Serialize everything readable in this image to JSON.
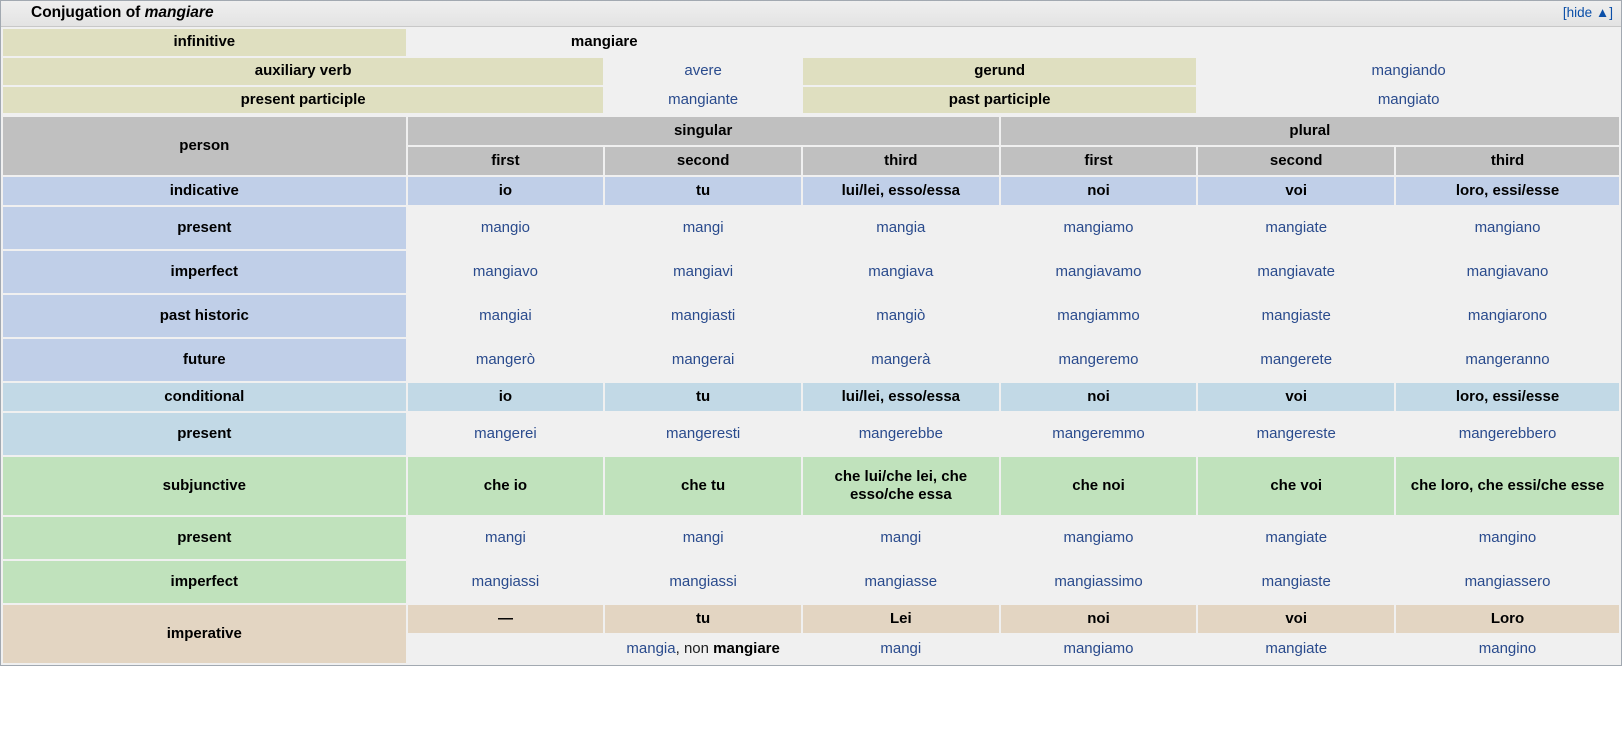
{
  "header": {
    "title_prefix": "Conjugation of ",
    "verb": "mangiare",
    "hide_label": "[hide ▲]"
  },
  "nonfinite": {
    "infinitive_label": "infinitive",
    "infinitive_value": "mangiare",
    "auxiliary_label": "auxiliary verb",
    "auxiliary_value": "avere",
    "gerund_label": "gerund",
    "gerund_value": "mangiando",
    "present_participle_label": "present participle",
    "present_participle_value": "mangiante",
    "past_participle_label": "past participle",
    "past_participle_value": "mangiato"
  },
  "person_header": {
    "person_label": "person",
    "singular_label": "singular",
    "plural_label": "plural",
    "cols": [
      "first",
      "second",
      "third",
      "first",
      "second",
      "third"
    ]
  },
  "indicative": {
    "label": "indicative",
    "pronouns": [
      "io",
      "tu",
      "lui/lei, esso/essa",
      "noi",
      "voi",
      "loro, essi/esse"
    ],
    "rows": [
      {
        "label": "present",
        "forms": [
          "mangio",
          "mangi",
          "mangia",
          "mangiamo",
          "mangiate",
          "mangiano"
        ]
      },
      {
        "label": "imperfect",
        "forms": [
          "mangiavo",
          "mangiavi",
          "mangiava",
          "mangiavamo",
          "mangiavate",
          "mangiavano"
        ]
      },
      {
        "label": "past historic",
        "forms": [
          "mangiai",
          "mangiasti",
          "mangiò",
          "mangiammo",
          "mangiaste",
          "mangiarono"
        ]
      },
      {
        "label": "future",
        "forms": [
          "mangerò",
          "mangerai",
          "mangerà",
          "mangeremo",
          "mangerete",
          "mangeranno"
        ]
      }
    ]
  },
  "conditional": {
    "label": "conditional",
    "pronouns": [
      "io",
      "tu",
      "lui/lei, esso/essa",
      "noi",
      "voi",
      "loro, essi/esse"
    ],
    "rows": [
      {
        "label": "present",
        "forms": [
          "mangerei",
          "mangeresti",
          "mangerebbe",
          "mangeremmo",
          "mangereste",
          "mangerebbero"
        ]
      }
    ]
  },
  "subjunctive": {
    "label": "subjunctive",
    "pronouns": [
      "che io",
      "che tu",
      "che lui/che lei, che esso/che essa",
      "che noi",
      "che voi",
      "che loro, che essi/che esse"
    ],
    "rows": [
      {
        "label": "present",
        "forms": [
          "mangi",
          "mangi",
          "mangi",
          "mangiamo",
          "mangiate",
          "mangino"
        ]
      },
      {
        "label": "imperfect",
        "forms": [
          "mangiassi",
          "mangiassi",
          "mangiasse",
          "mangiassimo",
          "mangiaste",
          "mangiassero"
        ]
      }
    ]
  },
  "imperative": {
    "label": "imperative",
    "pronouns": [
      "—",
      "tu",
      "Lei",
      "noi",
      "voi",
      "Loro"
    ],
    "forms": [
      "",
      "mangia, non mangiare",
      "mangi",
      "mangiamo",
      "mangiate",
      "mangino"
    ],
    "tu_affirmative": "mangia",
    "tu_separator": ", non ",
    "tu_negative": "mangiare"
  },
  "colors": {
    "khaki": "#dfdfc0",
    "gray": "#c0c0c0",
    "indicative_blue": "#c0cfe8",
    "conditional_blue": "#c2d9e6",
    "subjunctive_green": "#c0e2bc",
    "imperative_tan": "#e3d5c2",
    "cell_bg": "#f0f0f0",
    "link": "#2a4b8d"
  }
}
